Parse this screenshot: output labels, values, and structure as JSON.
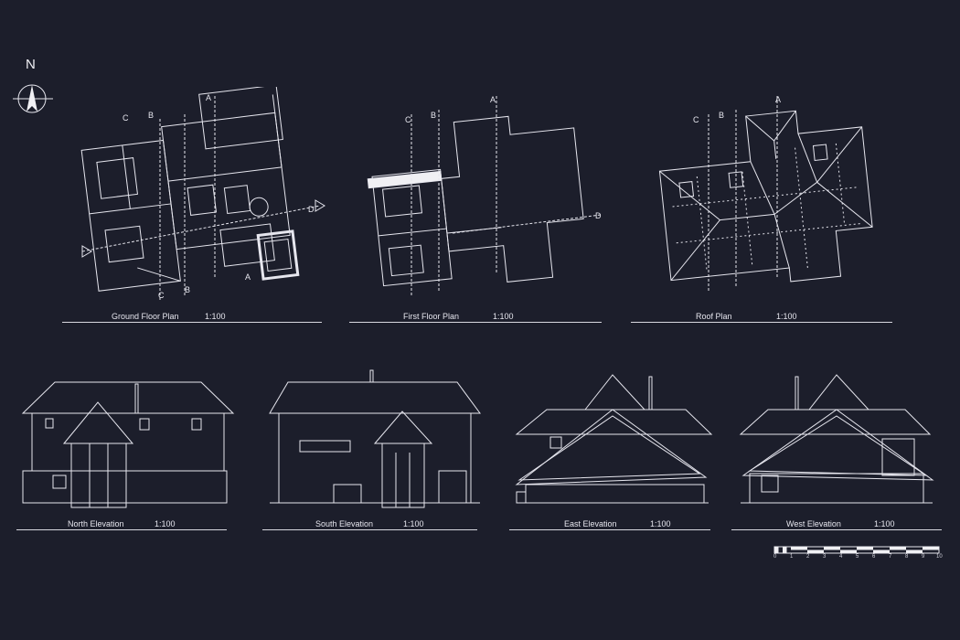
{
  "north_label": "N",
  "plans": [
    {
      "title": "Ground Floor Plan",
      "scale": "1:100"
    },
    {
      "title": "First Floor Plan",
      "scale": "1:100"
    },
    {
      "title": "Roof Plan",
      "scale": "1:100"
    }
  ],
  "elevations": [
    {
      "title": "North Elevation",
      "scale": "1:100"
    },
    {
      "title": "South Elevation",
      "scale": "1:100"
    },
    {
      "title": "East Elevation",
      "scale": "1:100"
    },
    {
      "title": "West Elevation",
      "scale": "1:100"
    }
  ],
  "section_markers": [
    "A",
    "B",
    "C",
    "D"
  ],
  "scale_bar": {
    "ticks": [
      "0",
      "1",
      "2",
      "3",
      "4",
      "5",
      "6",
      "7",
      "8",
      "9",
      "10"
    ]
  },
  "colors": {
    "background": "#1c1e2b",
    "line": "#e6e6ee"
  }
}
